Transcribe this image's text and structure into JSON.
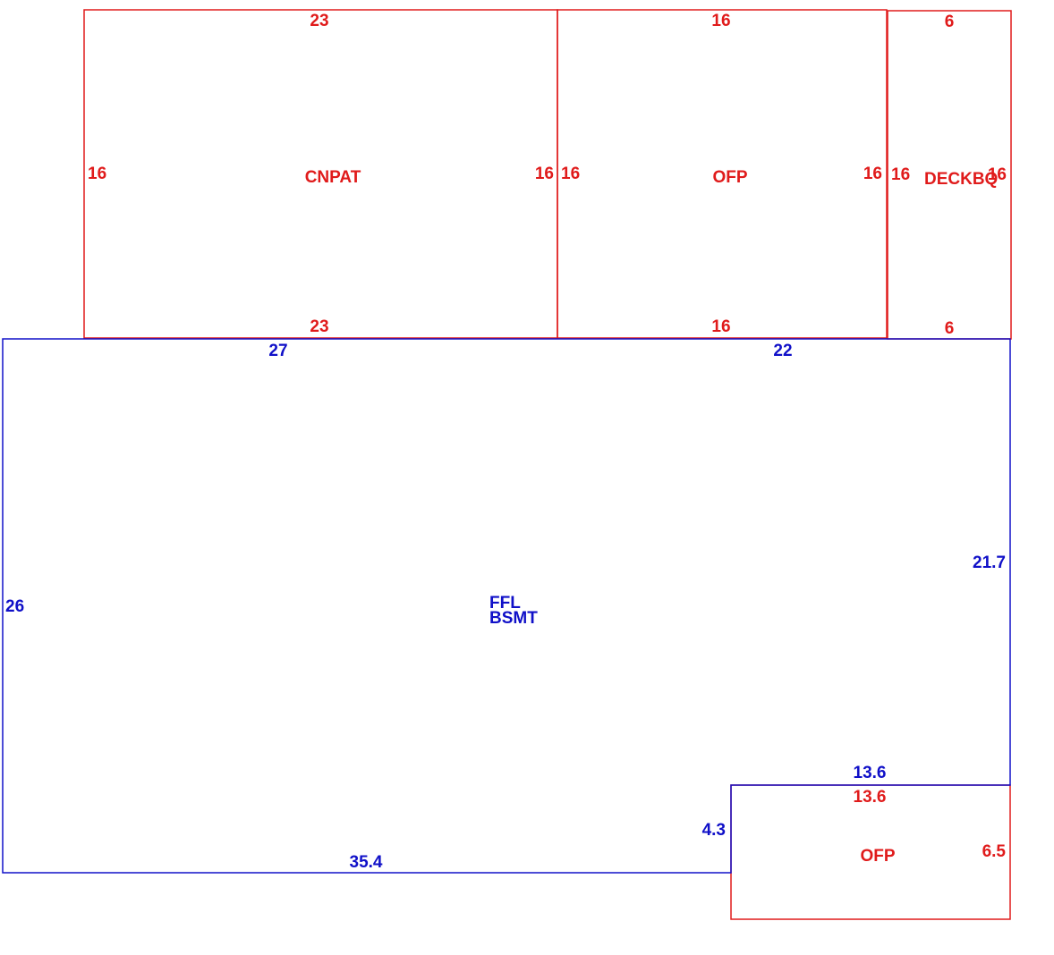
{
  "colors": {
    "addition": "#e01b1b",
    "main": "#1010c8",
    "background": "#ffffff"
  },
  "areas": {
    "cnpat": {
      "label": "CNPAT",
      "top": "23",
      "bottom": "23",
      "left": "16",
      "right": "16"
    },
    "ofp_top": {
      "label": "OFP",
      "top": "16",
      "bottom": "16",
      "left": "16",
      "right": "16"
    },
    "deckbq": {
      "label": "DECKBQ",
      "top": "6",
      "bottom": "6",
      "left": "16",
      "right": "16"
    },
    "main": {
      "label_line1": "FFL",
      "label_line2": "BSMT",
      "top_left": "27",
      "top_right": "22",
      "left": "26",
      "right": "21.7",
      "bottom": "35.4",
      "notch_top": "13.6",
      "notch_left": "4.3"
    },
    "ofp_bottom": {
      "label": "OFP",
      "top": "13.6",
      "right": "6.5"
    }
  }
}
